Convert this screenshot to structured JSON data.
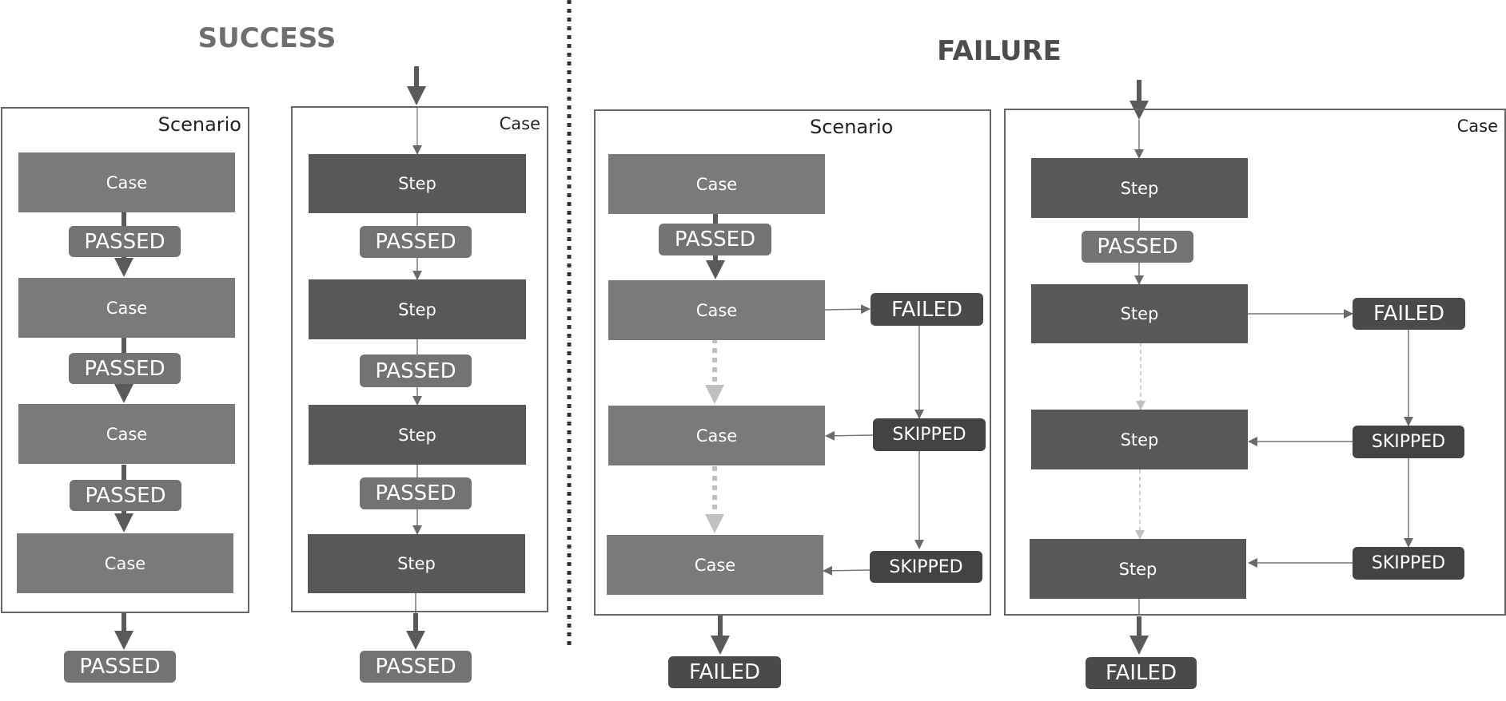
{
  "success": {
    "title": "SUCCESS",
    "scenario": {
      "label": "Scenario",
      "cases": [
        "Case",
        "Case",
        "Case",
        "Case"
      ],
      "results": [
        "PASSED",
        "PASSED",
        "PASSED"
      ],
      "outcome": "PASSED"
    },
    "case": {
      "label": "Case",
      "steps": [
        "Step",
        "Step",
        "Step",
        "Step"
      ],
      "results": [
        "PASSED",
        "PASSED",
        "PASSED"
      ],
      "outcome": "PASSED"
    }
  },
  "failure": {
    "title": "FAILURE",
    "scenario": {
      "label": "Scenario",
      "cases": [
        "Case",
        "Case",
        "Case",
        "Case"
      ],
      "passed": "PASSED",
      "failed": "FAILED",
      "skipped": [
        "SKIPPED",
        "SKIPPED"
      ],
      "outcome": "FAILED"
    },
    "case": {
      "label": "Case",
      "steps": [
        "Step",
        "Step",
        "Step",
        "Step"
      ],
      "passed": "PASSED",
      "failed": "FAILED",
      "skipped": [
        "SKIPPED",
        "SKIPPED"
      ],
      "outcome": "FAILED"
    }
  },
  "colors": {
    "case_fill": "#7a7a7a",
    "step_fill": "#585858",
    "passed_fill": "#737373",
    "failed_fill": "#4a4a4a",
    "skipped_fill": "#434343",
    "frame_stroke": "#666666",
    "skip_arrow": "#c0c0c0"
  }
}
